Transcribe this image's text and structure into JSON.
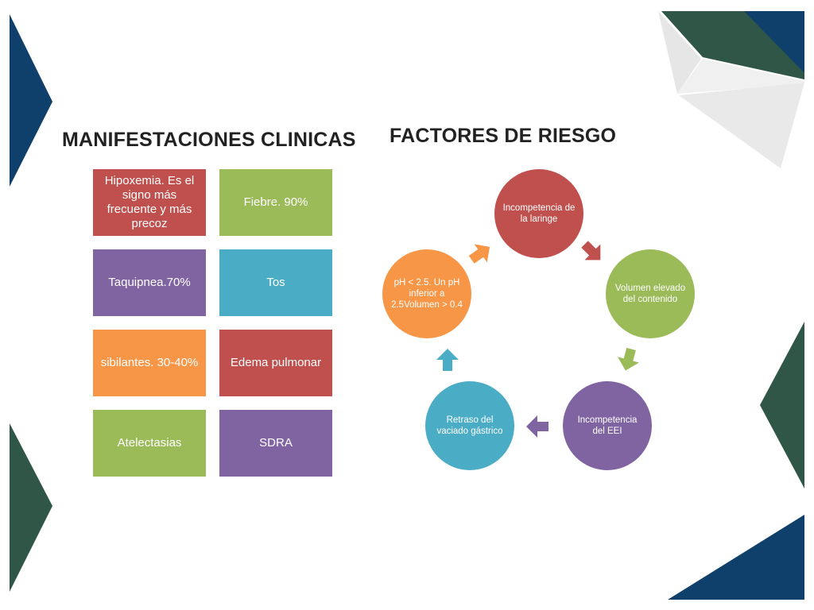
{
  "colors": {
    "navy": "#0f3f6b",
    "dark_green": "#2f5646",
    "light_gray": "#e6e6e6",
    "red": "#c0504d",
    "green": "#9bbb59",
    "purple": "#8064a2",
    "teal": "#4bacc6",
    "orange": "#f79646"
  },
  "manifestaciones": {
    "title": "MANIFESTACIONES CLINICAS",
    "boxes": [
      {
        "label": "Hipoxemia. Es el signo más frecuente y más precoz",
        "color": "#c0504d"
      },
      {
        "label": "Fiebre. 90%",
        "color": "#9bbb59"
      },
      {
        "label": "Taquipnea.70%",
        "color": "#8064a2"
      },
      {
        "label": "Tos",
        "color": "#4bacc6"
      },
      {
        "label": "sibilantes. 30-40%",
        "color": "#f79646"
      },
      {
        "label": "Edema pulmonar",
        "color": "#c0504d"
      },
      {
        "label": "Atelectasias",
        "color": "#9bbb59"
      },
      {
        "label": "SDRA",
        "color": "#8064a2"
      }
    ]
  },
  "factores": {
    "title": "FACTORES DE RIESGO",
    "nodes": [
      {
        "label": "Incompetencia de la laringe",
        "color": "#c0504d"
      },
      {
        "label": "Volumen elevado del contenido",
        "color": "#9bbb59"
      },
      {
        "label": "Incompetencia del EEI",
        "color": "#8064a2"
      },
      {
        "label": "Retraso del vaciado gástrico",
        "color": "#4bacc6"
      },
      {
        "label": "pH < 2.5. Un pH inferior a 2.5Volumen > 0.4",
        "color": "#f79646"
      }
    ],
    "arrow_colors": [
      "#c0504d",
      "#9bbb59",
      "#8064a2",
      "#4bacc6",
      "#f79646"
    ]
  }
}
